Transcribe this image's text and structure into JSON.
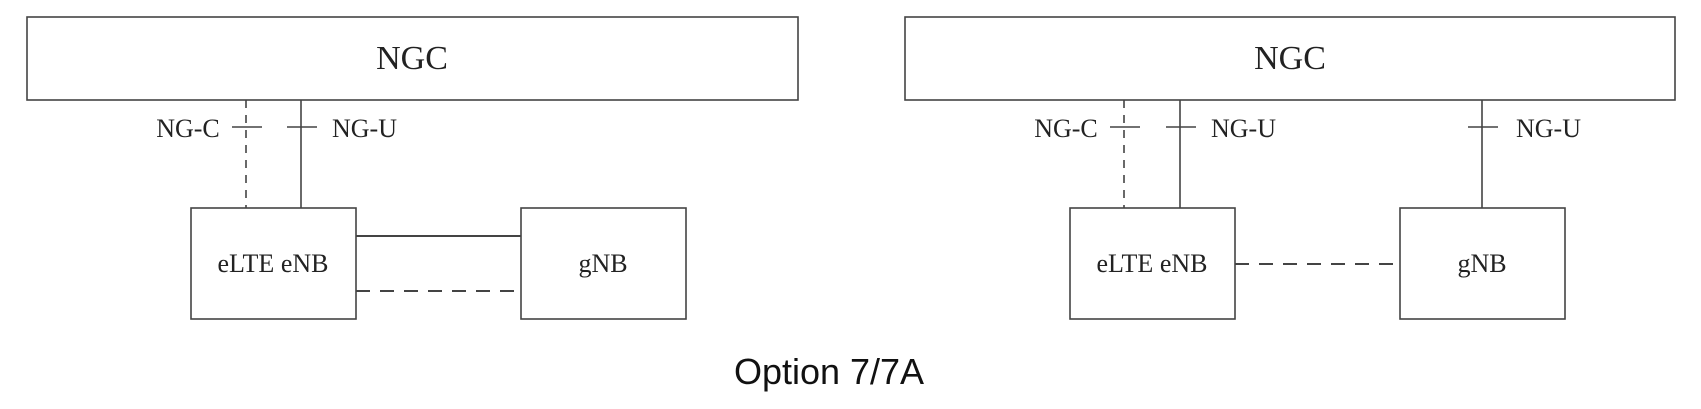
{
  "left": {
    "core_label": "NGC",
    "ngc_label": "NG-C",
    "ngu_label": "NG-U",
    "enb_label": "eLTE eNB",
    "gnb_label": "gNB"
  },
  "right": {
    "core_label": "NGC",
    "ngc_label": "NG-C",
    "ngu_label_enb": "NG-U",
    "ngu_label_gnb": "NG-U",
    "enb_label": "eLTE eNB",
    "gnb_label": "gNB"
  },
  "caption": "Option 7/7A"
}
